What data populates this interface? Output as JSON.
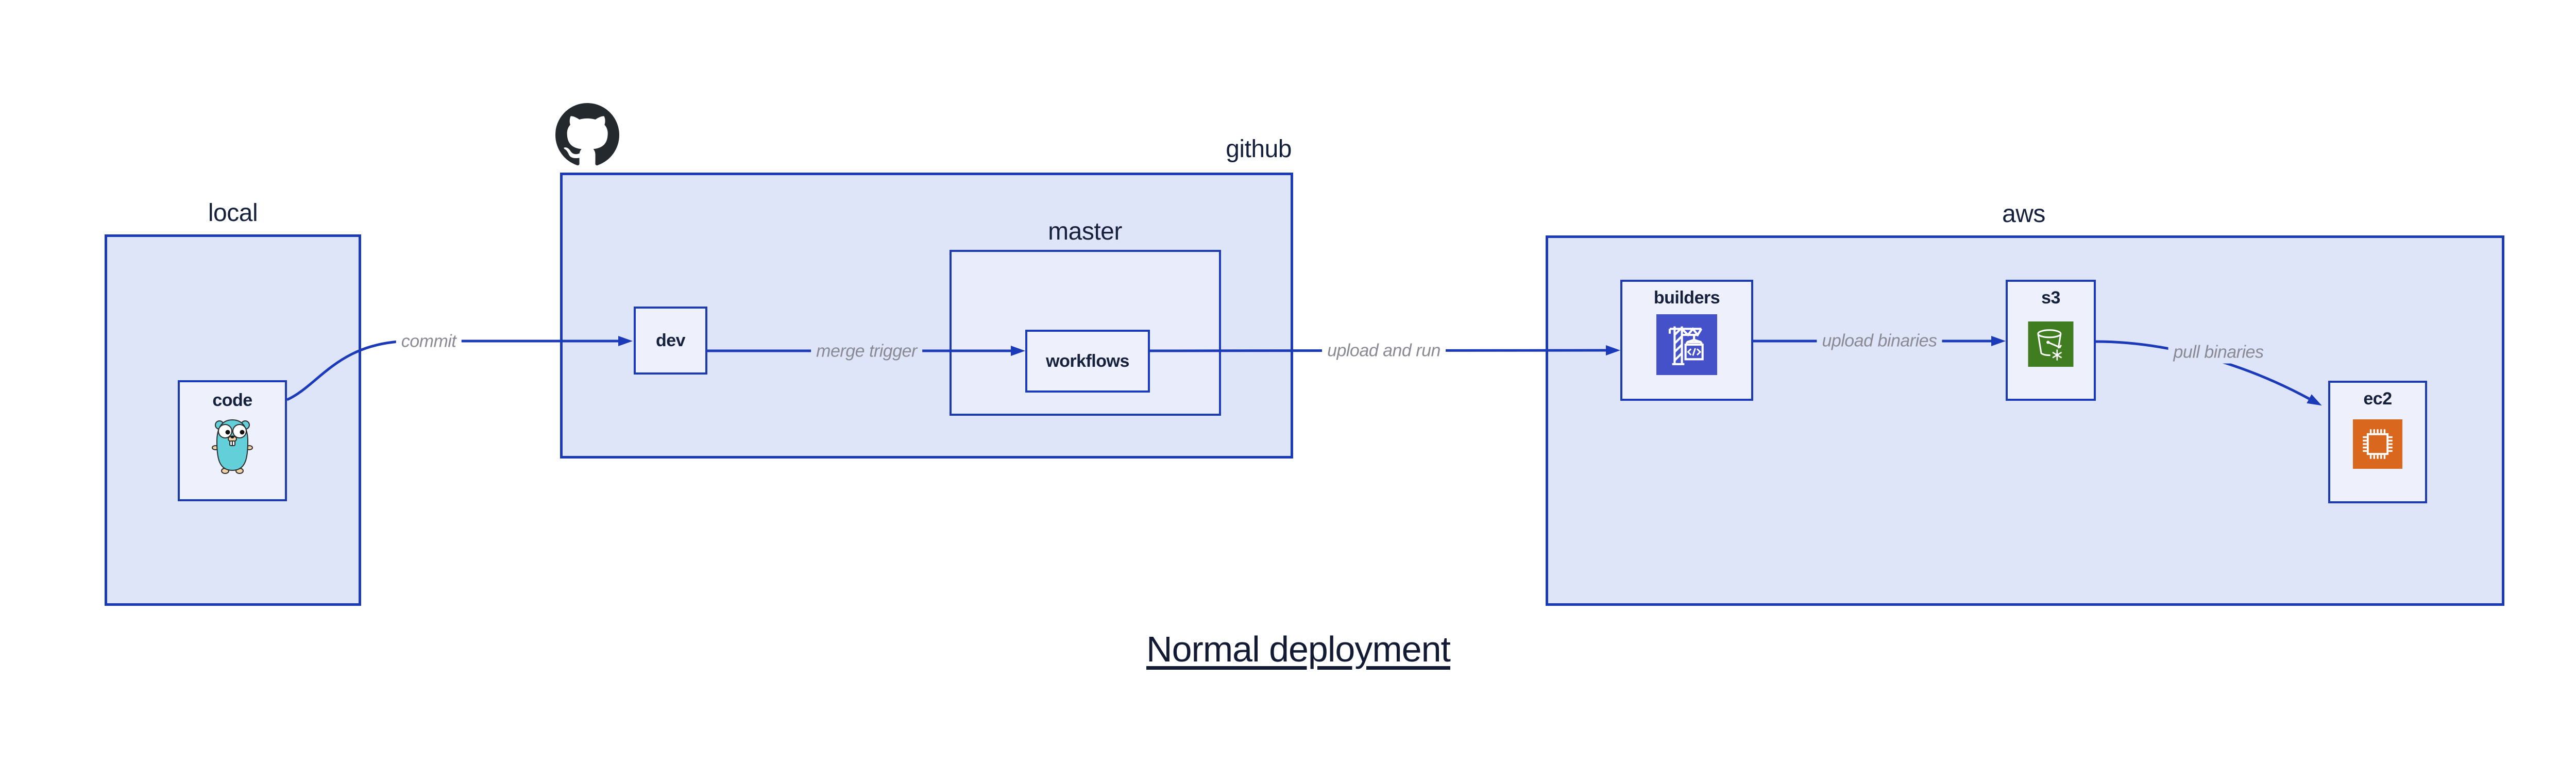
{
  "diagram_title": "Normal deployment",
  "groups": {
    "local": {
      "label": "local"
    },
    "github": {
      "label": "github"
    },
    "master": {
      "label": "master"
    },
    "aws": {
      "label": "aws"
    }
  },
  "nodes": {
    "code": {
      "label": "code",
      "icon": "go-gopher-icon"
    },
    "dev": {
      "label": "dev"
    },
    "workflows": {
      "label": "workflows"
    },
    "builders": {
      "label": "builders",
      "icon": "aws-codebuild-crane-icon"
    },
    "s3": {
      "label": "s3",
      "icon": "aws-s3-glacier-bucket-icon"
    },
    "ec2": {
      "label": "ec2",
      "icon": "aws-ec2-chip-icon"
    }
  },
  "edges": {
    "commit": {
      "from": "code",
      "to": "dev",
      "label": "commit"
    },
    "merge_trigger": {
      "from": "dev",
      "to": "workflows",
      "label": "merge trigger"
    },
    "upload_and_run": {
      "from": "workflows",
      "to": "builders",
      "label": "upload and run"
    },
    "upload_binaries": {
      "from": "builders",
      "to": "s3",
      "label": "upload binaries"
    },
    "pull_binaries": {
      "from": "s3",
      "to": "ec2",
      "label": "pull binaries"
    }
  },
  "logo": {
    "name": "github-octocat-icon"
  },
  "colors": {
    "group_fill": "#dfe5f8",
    "master_fill": "#e9edfb",
    "node_fill": "#eef1fc",
    "border_blue": "#1b3ab8",
    "navy_text": "#15203c",
    "edge_label_gray": "#8a8a94",
    "title_text": "#131a33",
    "octocat_black": "#24292e",
    "codebuild_indigo": "#4551c8",
    "s3_green": "#3f7d20",
    "ec2_orange": "#d9671e",
    "gopher_teal": "#63cfd9",
    "gopher_beige": "#f2d1a4"
  }
}
